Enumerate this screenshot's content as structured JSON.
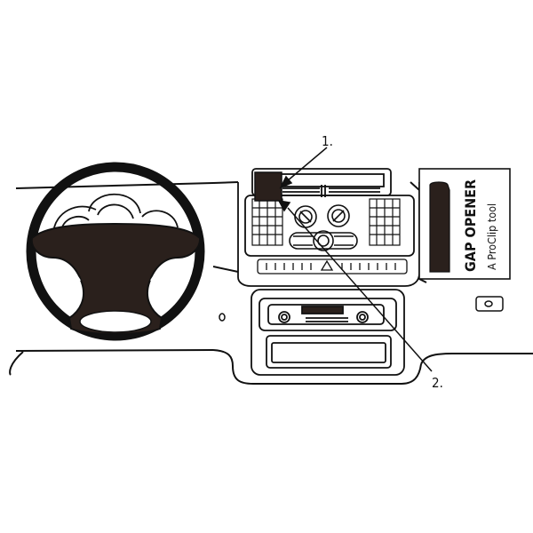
{
  "callouts": {
    "one": "1.",
    "two": "2."
  },
  "inset": {
    "line1": "GAP OPENER",
    "line2": "A ProClip tool"
  },
  "colors": {
    "ink": "#111111",
    "fill_dark": "#2a201c",
    "paper": "#ffffff"
  }
}
